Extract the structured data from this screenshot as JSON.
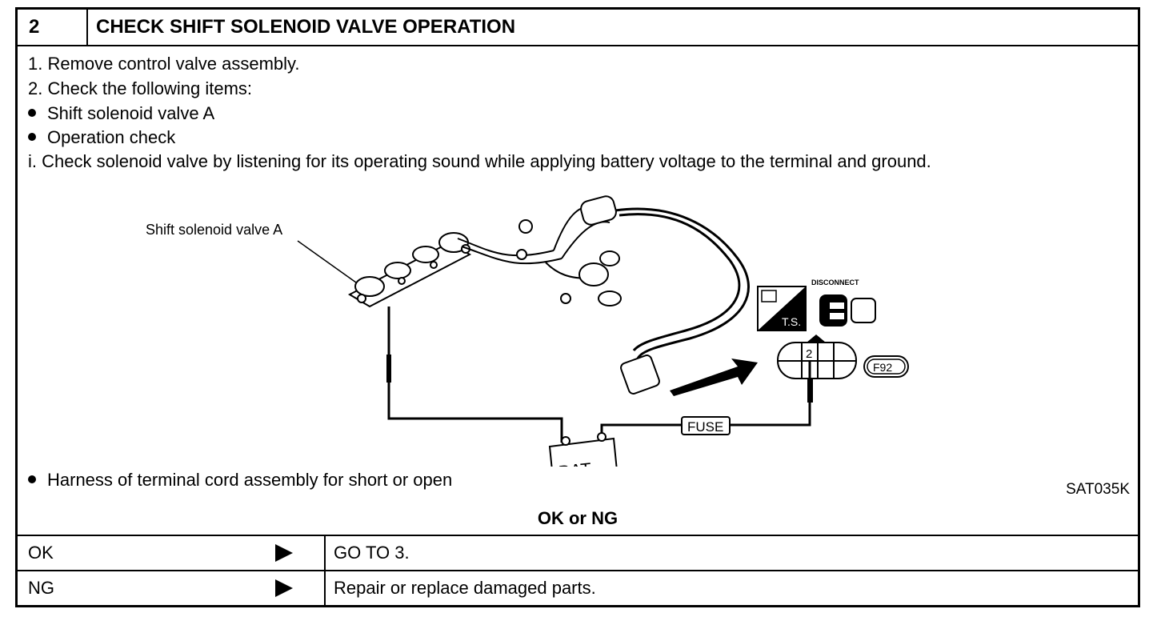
{
  "header": {
    "step_number": "2",
    "title": "CHECK SHIFT SOLENOID VALVE OPERATION"
  },
  "body": {
    "lines": [
      "1.  Remove control valve assembly.",
      "2.  Check the following items:",
      "Shift solenoid valve A",
      "Operation check",
      "i.  Check solenoid valve by listening for its operating sound while applying battery voltage to the terminal and ground."
    ],
    "harness_line": "Harness of terminal cord assembly for short or open"
  },
  "figure": {
    "callout": "Shift solenoid valve A",
    "battery_label": "BAT",
    "fuse_label": "FUSE",
    "disconnect_label": "DISCONNECT",
    "ts_label": "T.S.",
    "terminal_number": "2",
    "connector_id": "F92",
    "figure_id": "SAT035K"
  },
  "result": {
    "title": "OK or NG",
    "rows": [
      {
        "label": "OK",
        "action": "GO TO 3."
      },
      {
        "label": "NG",
        "action": "Repair or replace damaged parts."
      }
    ]
  }
}
